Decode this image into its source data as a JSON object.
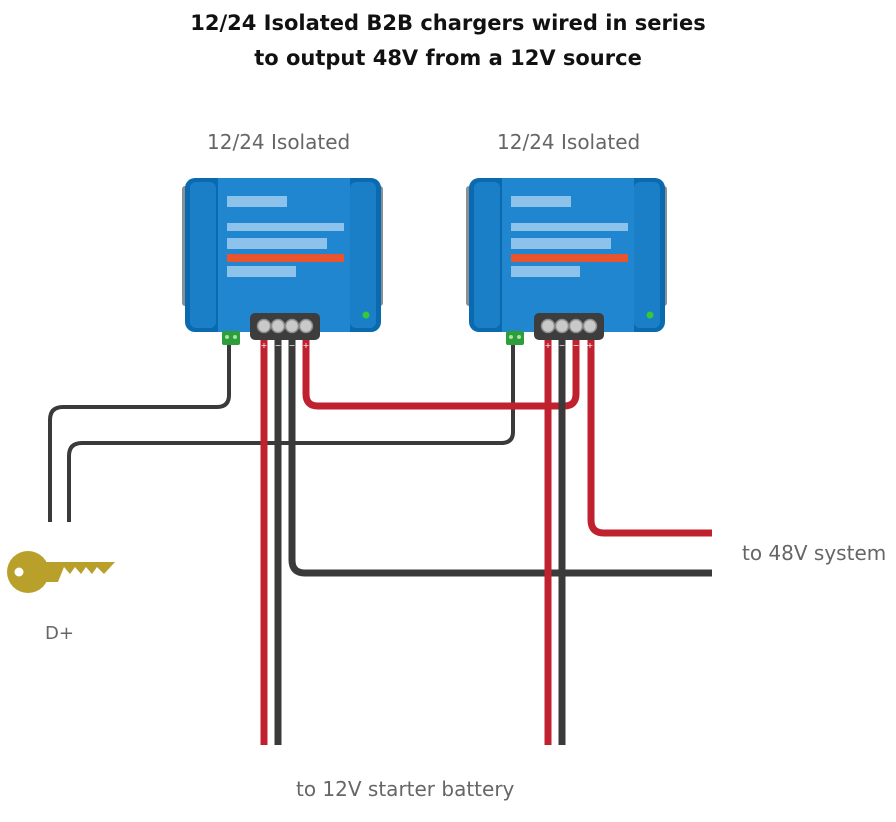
{
  "title": {
    "line1": "12/24 Isolated B2B chargers wired in series",
    "line2": "to output 48V from a 12V source"
  },
  "devices": [
    {
      "label": "12/24 Isolated",
      "terminals": [
        "+",
        "−",
        "−",
        "+"
      ]
    },
    {
      "label": "12/24 Isolated",
      "terminals": [
        "+",
        "−",
        "−",
        "+"
      ]
    }
  ],
  "labels": {
    "ignition": "D+",
    "output": "to 48V system",
    "input": "to 12V starter battery"
  },
  "colors": {
    "device_blue": "#1f7fc3",
    "device_dark_blue": "#0a6ab0",
    "device_accent_red": "#e8542e",
    "wire_red": "#c0212e",
    "wire_black": "#3a3a3a",
    "key_gold": "#b8a02a",
    "connector_green": "#2e9e3a",
    "led_green": "#37c837"
  },
  "icons": [
    "key-icon",
    "led-indicator"
  ]
}
